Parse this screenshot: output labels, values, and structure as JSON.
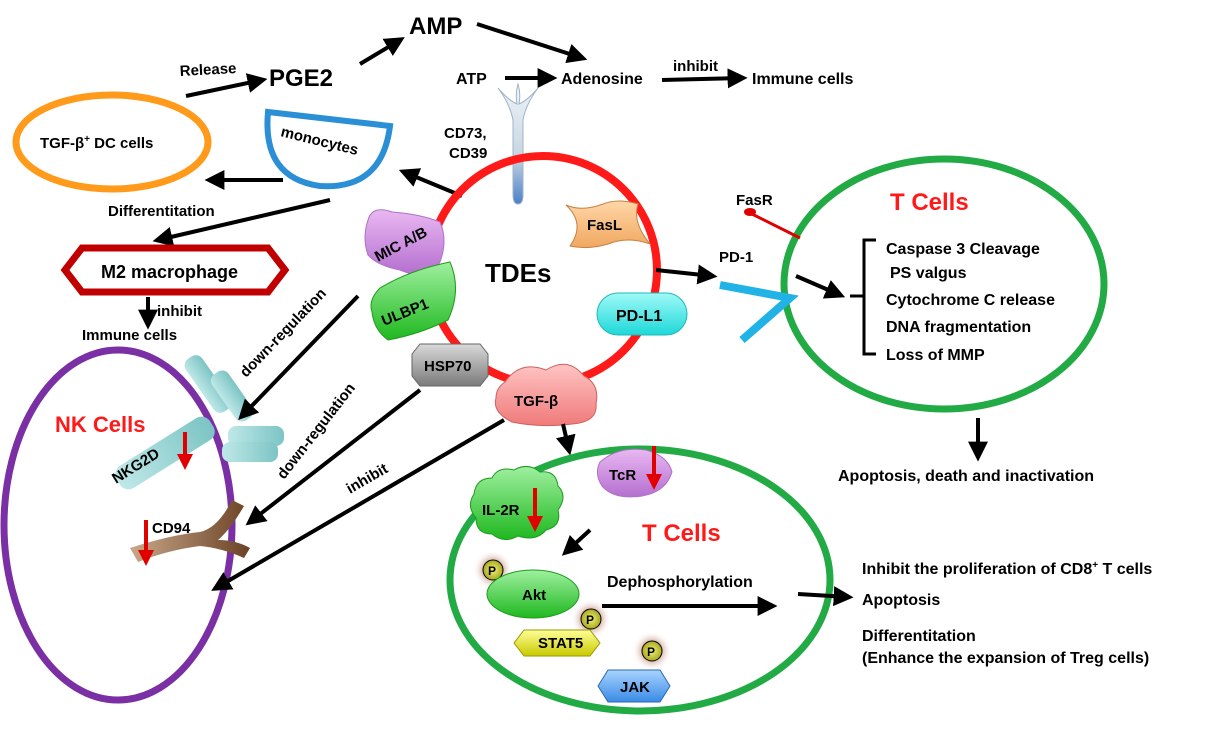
{
  "nodes": {
    "amp": "AMP",
    "pge2": "PGE2",
    "release": "Release",
    "atp": "ATP",
    "adenosine": "Adenosine",
    "inhibit_top": "inhibit",
    "immune_cells_top": "Immune cells",
    "cd73": "CD73,",
    "cd39": "CD39",
    "tgf_dc_prefix": "TGF-β",
    "tgf_dc_sup": "+",
    "tgf_dc_suffix": " DC cells",
    "monocytes": "monocytes",
    "differentiation_left": "Differentitation",
    "m2_macrophage": "M2 macrophage",
    "inhibit_m2": "inhibit",
    "immune_cells_m2": "Immune cells",
    "mic_ab": "MIC A/B",
    "ulbp1": "ULBP1",
    "hsp70": "HSP70",
    "tdes": "TDEs",
    "fasl": "FasL",
    "pdl1": "PD-L1",
    "tgf_beta": "TGF-β",
    "fasr": "FasR",
    "pd1": "PD-1",
    "tcells_right_title": "T Cells",
    "tcells_right_effects": [
      "Caspase 3 Cleavage",
      "PS valgus",
      "Cytochrome C release",
      "DNA fragmentation",
      "Loss of MMP"
    ],
    "apoptosis_right": "Apoptosis, death and inactivation",
    "nk_cells": "NK Cells",
    "nkg2d": "NKG2D",
    "cd94": "CD94",
    "down_regulation_1": "down-regulation",
    "down_regulation_2": "down-regulation",
    "inhibit_nk": "inhibit",
    "tcells_bottom_title": "T Cells",
    "tcr": "TcR",
    "il2r": "IL-2R",
    "akt": "Akt",
    "stat5": "STAT5",
    "jak": "JAK",
    "p_label": "P",
    "dephosphorylation": "Dephosphorylation",
    "outcome_1_prefix": "Inhibit the proliferation of CD8",
    "outcome_1_sup": "+",
    "outcome_1_suffix": " T cells",
    "outcome_2": "Apoptosis",
    "outcome_3": "Differentitation",
    "outcome_4": "(Enhance the expansion of Treg cells)"
  },
  "colors": {
    "tde_ring": "#ff1a1a",
    "tcell_ring": "#22aa44",
    "nk_ring": "#7a2fa5",
    "dc_ring": "#ff9a1a",
    "monocyte_ring": "#2b8fd6",
    "m2_border": "#c00000",
    "title_red": "#ff1a1a"
  }
}
